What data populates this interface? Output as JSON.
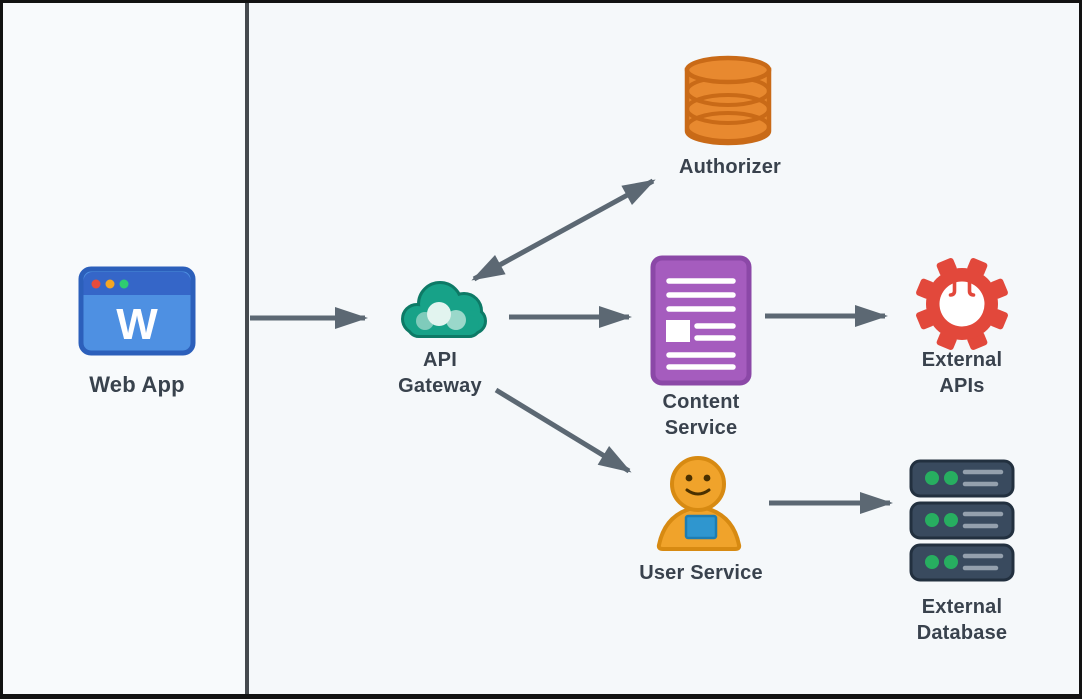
{
  "diagram": {
    "nodes": {
      "web_app": {
        "label": "Web App",
        "letter": "W",
        "icon": "browser-window-icon"
      },
      "api_gateway": {
        "label": "API Gateway",
        "icon": "cloud-icon"
      },
      "authorizer": {
        "label": "Authorizer",
        "icon": "database-cylinder-icon"
      },
      "content_service": {
        "label": "Content Service",
        "icon": "document-icon"
      },
      "external_apis": {
        "label": "External APIs",
        "icon": "gear-icon"
      },
      "user_service": {
        "label": "User Service",
        "icon": "person-icon"
      },
      "external_database": {
        "label": "External Database",
        "icon": "server-stack-icon"
      }
    },
    "edges": [
      {
        "from": "Web App",
        "to": "API Gateway",
        "direction": "one-way"
      },
      {
        "from": "API Gateway",
        "to": "Authorizer",
        "direction": "two-way"
      },
      {
        "from": "API Gateway",
        "to": "Content Service",
        "direction": "one-way"
      },
      {
        "from": "API Gateway",
        "to": "User Service",
        "direction": "one-way"
      },
      {
        "from": "Content Service",
        "to": "External APIs",
        "direction": "one-way"
      },
      {
        "from": "User Service",
        "to": "External Database",
        "direction": "one-way"
      }
    ],
    "colors": {
      "background": "#f5f8fa",
      "arrow": "#5c6873",
      "label_text": "#39424d",
      "divider": "#45494e",
      "web_app_body_blue": "#4e90e2",
      "web_app_titlebar_blue": "#3566c8",
      "gateway_green": "#17a288",
      "authorizer_orange": "#e8892f",
      "content_purple": "#a55cbe",
      "external_apis_red": "#e2483b",
      "user_orange": "#f0a32b",
      "user_badge_blue": "#2f96cf",
      "database_slate": "#394a5e",
      "database_led_green": "#27ae60"
    }
  }
}
